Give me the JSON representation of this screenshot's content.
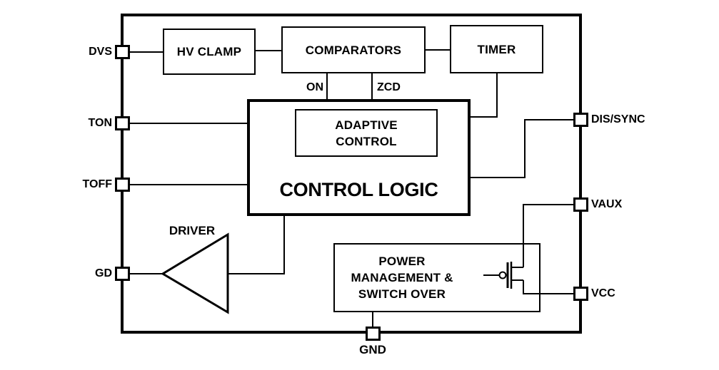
{
  "diagram": {
    "type": "ic-functional-block-diagram",
    "colors": {
      "line": "#000000",
      "background": "#ffffff",
      "text": "#000000"
    },
    "blocks": {
      "hv_clamp": "HV CLAMP",
      "comparators": "COMPARATORS",
      "timer": "TIMER",
      "adaptive_control": "ADAPTIVE\nCONTROL",
      "control_logic": "CONTROL LOGIC",
      "power_management": "POWER\nMANAGEMENT &\nSWITCH OVER",
      "driver": "DRIVER"
    },
    "pins": {
      "dvs": "DVS",
      "ton": "TON",
      "toff": "TOFF",
      "gd": "GD",
      "dis_sync": "DIS/SYNC",
      "vaux": "VAUX",
      "vcc": "VCC",
      "gnd": "GND"
    },
    "signals": {
      "on": "ON",
      "zcd": "ZCD"
    }
  }
}
